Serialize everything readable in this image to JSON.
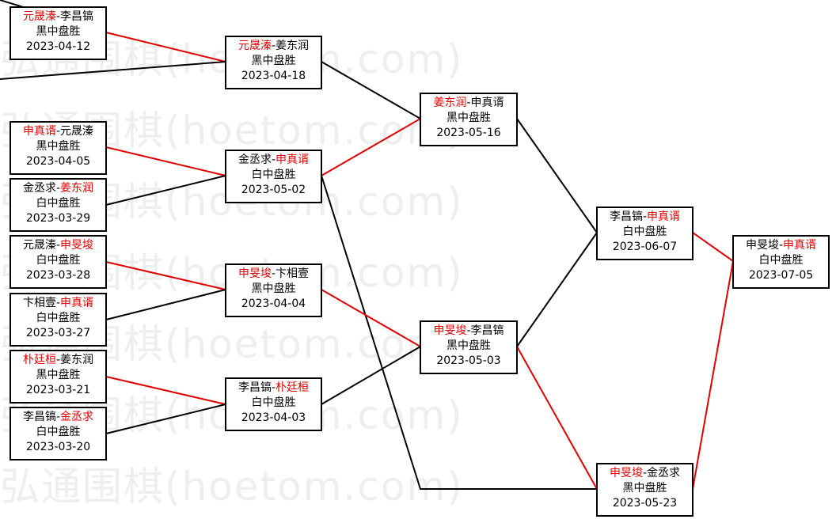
{
  "watermark": "弘通围棋(hoetom.com)",
  "colors": {
    "winner": "#e00000",
    "loser": "#000000",
    "line_win": "#e00000",
    "line_lose": "#000000"
  },
  "games": [
    {
      "id": "r1g1",
      "p1": "元晟溱",
      "p2": "李昌镐",
      "winner": 1,
      "result": "黑中盘胜",
      "date": "2023-04-12"
    },
    {
      "id": "r1g2",
      "p1": "申真谞",
      "p2": "元晟溱",
      "winner": 1,
      "result": "黑中盘胜",
      "date": "2023-04-05"
    },
    {
      "id": "r1g3",
      "p1": "金丞求",
      "p2": "姜东润",
      "winner": 2,
      "result": "白中盘胜",
      "date": "2023-03-29"
    },
    {
      "id": "r1g4",
      "p1": "元晟溱",
      "p2": "申旻埈",
      "winner": 2,
      "result": "白中盘胜",
      "date": "2023-03-28"
    },
    {
      "id": "r1g5",
      "p1": "卞相壹",
      "p2": "申真谞",
      "winner": 2,
      "result": "白中盘胜",
      "date": "2023-03-27"
    },
    {
      "id": "r1g6",
      "p1": "朴廷桓",
      "p2": "姜东润",
      "winner": 1,
      "result": "黑中盘胜",
      "date": "2023-03-21"
    },
    {
      "id": "r1g7",
      "p1": "李昌镐",
      "p2": "金丞求",
      "winner": 2,
      "result": "白中盘胜",
      "date": "2023-03-20"
    },
    {
      "id": "r2g1",
      "p1": "元晟溱",
      "p2": "姜东润",
      "winner": 1,
      "result": "黑中盘胜",
      "date": "2023-04-18"
    },
    {
      "id": "r2g2",
      "p1": "金丞求",
      "p2": "申真谞",
      "winner": 2,
      "result": "白中盘胜",
      "date": "2023-05-02"
    },
    {
      "id": "r2g3",
      "p1": "申旻埈",
      "p2": "卞相壹",
      "winner": 1,
      "result": "黑中盘胜",
      "date": "2023-04-04"
    },
    {
      "id": "r2g4",
      "p1": "李昌镐",
      "p2": "朴廷桓",
      "winner": 2,
      "result": "白中盘胜",
      "date": "2023-04-03"
    },
    {
      "id": "r3g1",
      "p1": "姜东润",
      "p2": "申真谞",
      "winner": 1,
      "result": "黑中盘胜",
      "date": "2023-05-16"
    },
    {
      "id": "r3g2",
      "p1": "申旻埈",
      "p2": "李昌镐",
      "winner": 1,
      "result": "黑中盘胜",
      "date": "2023-05-03"
    },
    {
      "id": "r4g1",
      "p1": "李昌镐",
      "p2": "申真谞",
      "winner": 2,
      "result": "白中盘胜",
      "date": "2023-06-07"
    },
    {
      "id": "r4g2",
      "p1": "申旻埈",
      "p2": "金丞求",
      "winner": 1,
      "result": "黑中盘胜",
      "date": "2023-05-23"
    },
    {
      "id": "r5g1",
      "p1": "申旻埈",
      "p2": "申真谞",
      "winner": 2,
      "result": "白中盘胜",
      "date": "2023-07-05"
    }
  ]
}
